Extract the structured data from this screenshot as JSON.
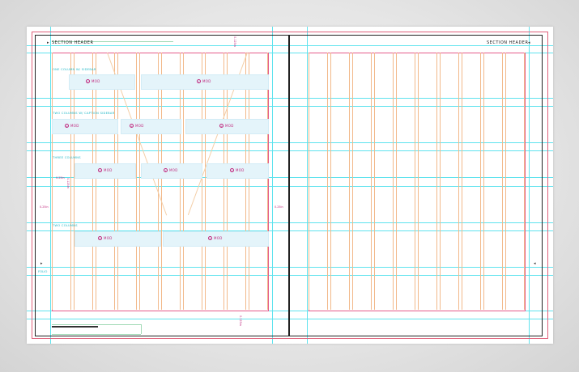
{
  "spread": {
    "left_header": "SECTION HEADER",
    "right_header": "SECTION HEADER",
    "folio": "FOLIO",
    "top_dim": "0.125in",
    "bottom_dim": "0.125in",
    "left_dim": "0.25in",
    "right_dim": "0.25in",
    "gutter_dim": "0.125in",
    "side_dim": "0.25in"
  },
  "sections": [
    {
      "title": "ONE COLUMN W/ SIDEBAR",
      "modules": [
        {
          "label": "MOD"
        },
        {
          "label": "MOD"
        }
      ]
    },
    {
      "title": "TWO COLUMNS W/ CAPTION SIDEBAR",
      "modules": [
        {
          "label": "MOD"
        },
        {
          "label": "MOD"
        },
        {
          "label": "MOD"
        }
      ]
    },
    {
      "title": "THREE COLUMNS",
      "modules": [
        {
          "label": "MOD"
        },
        {
          "label": "MOD"
        },
        {
          "label": "MOD"
        }
      ]
    },
    {
      "title": "TWO COLUMNS",
      "modules": [
        {
          "label": "MOD"
        },
        {
          "label": "MOD"
        }
      ]
    }
  ],
  "colors": {
    "guide_cyan": "#5fe3ee",
    "margin_magenta": "#e45b8a",
    "column_orange": "#f2b98a",
    "module_fill": "#e4f4fa",
    "label_magenta": "#c0277d"
  }
}
